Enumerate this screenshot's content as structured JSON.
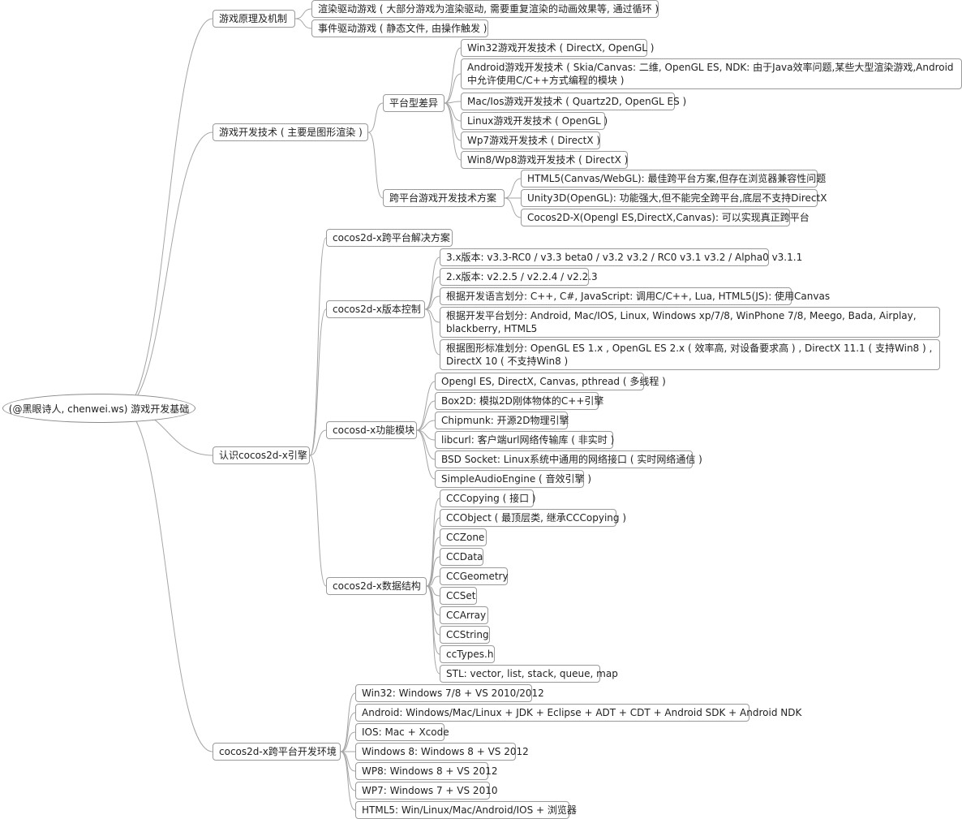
{
  "root": "(@黑眼诗人, chenwei.ws) 游戏开发基础",
  "nodes": {
    "principles": "游戏原理及机制",
    "render_driven": "渲染驱动游戏 ( 大部分游戏为渲染驱动, 需要重复渲染的动画效果等, 通过循环 )",
    "event_driven": "事件驱动游戏 ( 静态文件, 由操作触发 )",
    "dev_tech": "游戏开发技术 ( 主要是图形渲染 )",
    "platform_diff": "平台型差异",
    "win32": "Win32游戏开发技术 ( DirectX, OpenGL )",
    "android": "Android游戏开发技术 ( Skia/Canvas: 二维, OpenGL ES, NDK: 由于Java效率问题,某些大型渲染游戏,Android中允许使用C/C++方式编程的模块 )",
    "mac_ios": "Mac/Ios游戏开发技术 ( Quartz2D, OpenGL ES )",
    "linux": "Linux游戏开发技术 ( OpenGL )",
    "wp7": "Wp7游戏开发技术 ( DirectX )",
    "win8wp8": "Win8/Wp8游戏开发技术 ( DirectX )",
    "cross_platform": "跨平台游戏开发技术方案",
    "html5": "HTML5(Canvas/WebGL): 最佳跨平台方案,但存在浏览器兼容性问题",
    "unity": "Unity3D(OpenGL): 功能强大,但不能完全跨平台,底层不支持DirectX",
    "cocos2dx_x": "Cocos2D-X(Opengl ES,DirectX,Canvas): 可以实现真正跨平台",
    "know_engine": "认识cocos2d-x引擎",
    "cross_solution": "cocos2d-x跨平台解决方案",
    "version_ctrl": "cocos2d-x版本控制",
    "v3": "3.x版本: v3.3-RC0 / v3.3 beta0 / v3.2 v3.2 / RC0 v3.1 v3.2 / Alpha0 v3.1.1",
    "v2": "2.x版本: v2.2.5 / v2.2.4 / v2.2.3",
    "by_lang": "根据开发语言划分: C++, C#, JavaScript: 调用C/C++, Lua, HTML5(JS): 使用Canvas",
    "by_platform": "根据开发平台划分: Android, Mac/IOS, Linux, Windows xp/7/8, WinPhone 7/8, Meego, Bada, Airplay, blackberry, HTML5",
    "by_graphics": "根据图形标准划分: OpenGL ES 1.x , OpenGL ES 2.x ( 效率高, 对设备要求高 ) , DirectX 11.1 ( 支持Win8 ) , DirectX 10 ( 不支持Win8 )",
    "modules": "cocosd-x功能模块",
    "opengl_mod": "Opengl ES, DirectX, Canvas, pthread ( 多线程 )",
    "box2d": "Box2D: 模拟2D刚体物体的C++引擎",
    "chipmunk": "Chipmunk: 开源2D物理引擎",
    "libcurl": "libcurl: 客户端url网络传输库 ( 非实时 )",
    "bsd_socket": "BSD Socket: Linux系统中通用的网络接口 ( 实时网络通信 )",
    "audio": "SimpleAudioEngine ( 音效引擎 )",
    "data_struct": "cocos2d-x数据结构",
    "cccopying": "CCCopying ( 接口 )",
    "ccobject": "CCObject ( 最顶层类, 继承CCCopying )",
    "cczone": "CCZone",
    "ccdata": "CCData",
    "ccgeometry": "CCGeometry",
    "ccset": "CCSet",
    "ccarray": "CCArray",
    "ccstring": "CCString",
    "cctypes": "ccTypes.h",
    "stl": "STL: vector, list, stack, queue, map",
    "dev_env": "cocos2d-x跨平台开发环境",
    "env_win32": "Win32: Windows 7/8 + VS 2010/2012",
    "env_android": "Android: Windows/Mac/Linux + JDK + Eclipse + ADT + CDT + Android SDK + Android NDK",
    "env_ios": "IOS: Mac + Xcode",
    "env_win8": "Windows 8: Windows 8 + VS 2012",
    "env_wp8": "WP8: Windows 8 + VS 2012",
    "env_wp7": "WP7: Windows 7 + VS 2010",
    "env_html5": "HTML5: Win/Linux/Mac/Android/IOS + 浏览器"
  }
}
